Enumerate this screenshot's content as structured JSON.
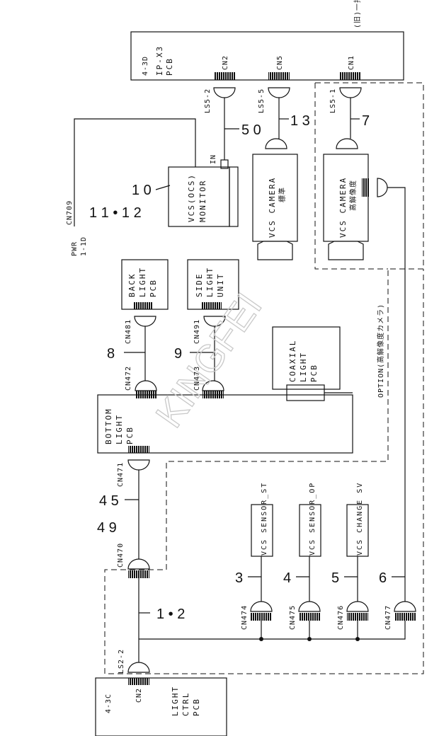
{
  "boards": {
    "ipx3": {
      "id": "4-3D",
      "lines": [
        "IP-X3",
        "PCB"
      ],
      "connectors": [
        "CN2",
        "CN5",
        "CN1"
      ],
      "note": "(旧)一括"
    },
    "light_ctrl": {
      "id": "4-3C",
      "connector": "CN2",
      "lines": [
        "LIGHT",
        "CTRL",
        "PCB"
      ]
    },
    "bottom_light": {
      "lines": [
        "BOTTOM",
        "LIGHT",
        "PCB"
      ]
    },
    "back_light": {
      "lines": [
        "BACK",
        "LIGHT",
        "PCB"
      ],
      "connector": "CN481"
    },
    "side_light": {
      "lines": [
        "SIDE",
        "LIGHT",
        "UNIT"
      ],
      "connector": "CN491"
    },
    "coaxial": {
      "lines": [
        "COAXIAL",
        "LIGHT",
        "PCB"
      ]
    }
  },
  "devices": {
    "monitor": {
      "lines": [
        "VCS(OCS)",
        "MONITOR"
      ],
      "in_label": "IN"
    },
    "camera_std": {
      "lines": [
        "VCS CAMERA",
        "標準"
      ]
    },
    "camera_hr": {
      "lines": [
        "VCS CAMERA",
        "高解像度"
      ]
    },
    "sensor_st": "VCS SENSOR_ST",
    "sensor_op": "VCS SENSOR_OP",
    "change_sv": "VCS CHANGE SV"
  },
  "pwr": {
    "connector": "CN709",
    "lines": [
      "PWR",
      "1-1D"
    ]
  },
  "plugs": {
    "ls5_2": "LS5-2",
    "ls5_5": "LS5-5",
    "ls5_1": "LS5-1",
    "ls2_2": "LS2-2",
    "cn472": "CN472",
    "cn473": "CN473",
    "cn471": "CN471",
    "cn470": "CN470",
    "cn474": "CN474",
    "cn475": "CN475",
    "cn476": "CN476",
    "cn477": "CN477"
  },
  "cable_numbers": {
    "c50": "5 0",
    "c13": "1 3",
    "c7": "7",
    "c10": "1 0",
    "c11_12": "1 1 • 1 2",
    "c8": "8",
    "c9": "9",
    "c45": "4 5",
    "c49": "4 9",
    "c1_2": "1 • 2",
    "c3": "3",
    "c4": "4",
    "c5": "5",
    "c6": "6"
  },
  "option_label": "OPTION(高解像度カメラ)",
  "watermark": "KINGFEI",
  "colors": {
    "line": "#111111",
    "watermark": "#c9c9c9"
  }
}
